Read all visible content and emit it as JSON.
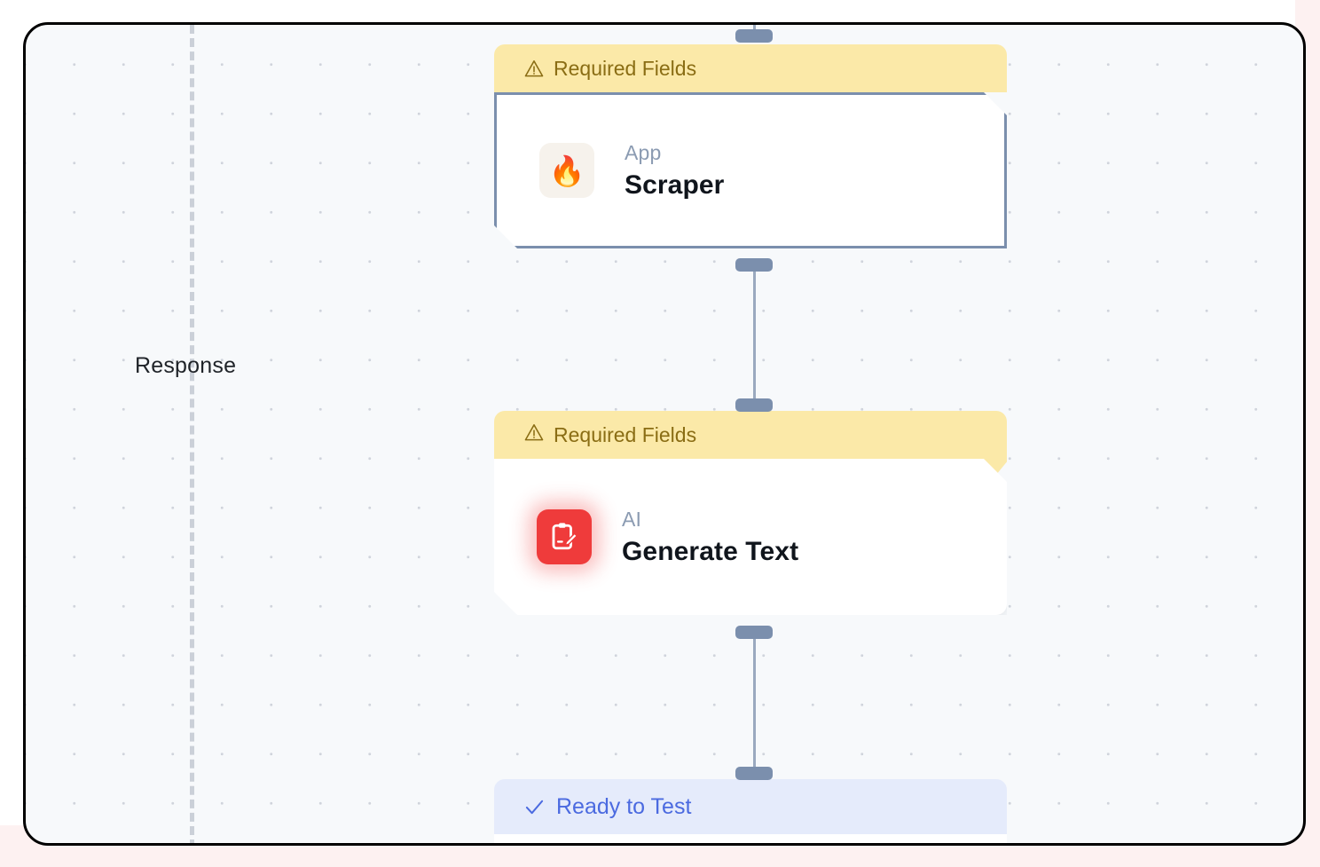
{
  "canvas": {
    "background_color": "#f7f9fb",
    "outer_background_color": "#fdf1f1",
    "border_color": "#000000",
    "grid": "dot-grid"
  },
  "lane": {
    "label": "Response",
    "divider_style": "dashed",
    "divider_color": "#cbd0d8"
  },
  "nodes": [
    {
      "id": "scraper",
      "banner": {
        "label": "Required Fields",
        "icon": "warning-triangle-icon",
        "background_color": "#fbe9a8",
        "text_color": "#8a6d14"
      },
      "kind": "App",
      "title": "Scraper",
      "icon": "flame-icon",
      "icon_glyph": "🔥",
      "icon_tile_color": "#f6f2ec",
      "selected": true
    },
    {
      "id": "generate-text",
      "banner": {
        "label": "Required Fields",
        "icon": "warning-triangle-icon",
        "background_color": "#fbe9a8",
        "text_color": "#8a6d14"
      },
      "kind": "AI",
      "title": "Generate Text",
      "icon": "clipboard-pencil-icon",
      "icon_tile_color": "#ef3b3b",
      "selected": false
    },
    {
      "id": "ready-node",
      "banner": {
        "label": "Ready to Test",
        "icon": "check-icon",
        "background_color": "#e5ebfb",
        "text_color": "#4b6ae0"
      },
      "kind": "",
      "title": "",
      "selected": false
    }
  ]
}
